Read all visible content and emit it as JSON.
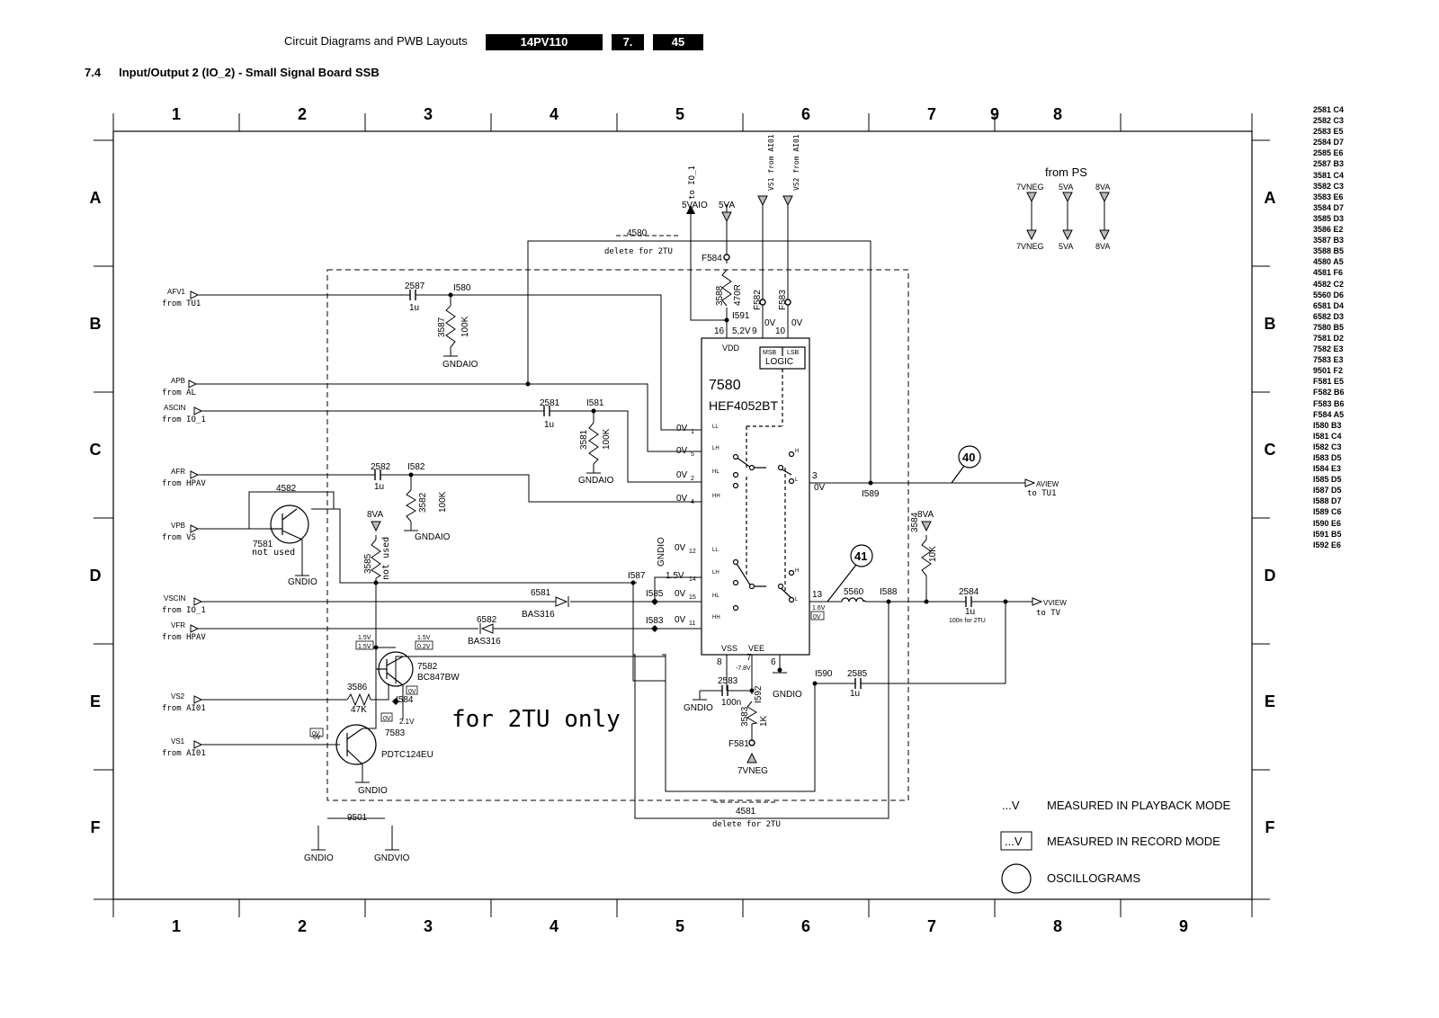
{
  "header": {
    "title": "Circuit Diagrams and PWB Layouts",
    "model": "14PV110",
    "chapter": "7.",
    "page": "45"
  },
  "section": {
    "number": "7.4",
    "title": "Input/Output 2 (IO_2) - Small Signal Board SSB"
  },
  "grid": {
    "cols_top": [
      "1",
      "2",
      "3",
      "4",
      "5",
      "6",
      "7",
      "9",
      "8"
    ],
    "cols_bottom": [
      "1",
      "2",
      "3",
      "4",
      "5",
      "6",
      "7",
      "8",
      "9"
    ],
    "rows": [
      "A",
      "B",
      "C",
      "D",
      "E",
      "F"
    ]
  },
  "parts_index": [
    "2581 C4",
    "2582 C3",
    "2583 E5",
    "2584 D7",
    "2585 E6",
    "2587 B3",
    "3581 C4",
    "3582 C3",
    "3583 E6",
    "3584 D7",
    "3585 D3",
    "3586 E2",
    "3587 B3",
    "3588 B5",
    "4580 A5",
    "4581 F6",
    "4582 C2",
    "5560 D6",
    "6581 D4",
    "6582 D3",
    "7580 B5",
    "7581 D2",
    "7582 E3",
    "7583 E3",
    "9501 F2",
    "F581 E5",
    "F582 B6",
    "F583 B6",
    "F584 A5",
    "I580 B3",
    "I581 C4",
    "I582 C3",
    "I583 D5",
    "I584 E3",
    "I585 D5",
    "I587 D5",
    "I588 D7",
    "I589 C6",
    "I590 E6",
    "I591 B5",
    "I592 E6"
  ],
  "ps": {
    "title": "from PS",
    "rails": [
      "7VNEG",
      "5VA",
      "8VA"
    ]
  },
  "ic": {
    "ref": "7580",
    "part": "HEF4052BT",
    "vdd": "VDD",
    "vss": "VSS",
    "vee": "VEE",
    "logic": "LOGIC",
    "msb": "MSB",
    "lsb": "LSB"
  },
  "signals": {
    "afv1": "AFV1",
    "from_tu1": "from TU1",
    "apb": "APB",
    "from_al": "from AL",
    "ascin": "ASCIN",
    "from_io1": "from IO_1",
    "afr": "AFR",
    "from_hpav": "from HPAV",
    "vpb": "VPB",
    "from_vs": "from VS",
    "vscin": "VSCIN",
    "from_io1b": "from IO_1",
    "vfr": "VFR",
    "from_hpav2": "from HPAV",
    "vs2": "VS2",
    "from_ai01": "from AI01",
    "vs1": "VS1",
    "from_ai01b": "from AI01",
    "aview": "AVIEW",
    "to_tu1": "to TU1",
    "vview": "VVIEW",
    "to_tv": "to TV",
    "to_io1": "to IO_1",
    "vs1_from_ai01": "VS1 from AI01",
    "vs2_from_ai01": "VS2 from AI01"
  },
  "labels": {
    "delete_2tu": "delete for 2TU",
    "for_2tu_only": "for 2TU only",
    "not_used": "not used",
    "gndaio": "GNDAIO",
    "gndio": "GNDIO",
    "gndvio": "GNDVIO",
    "5vaio": "5VAIO",
    "5va": "5VA",
    "8va": "8VA",
    "7vneg": "7VNEG",
    "bas316": "BAS316",
    "bc847bw": "BC847BW",
    "pdtc124eu": "PDTC124EU"
  },
  "legend": {
    "sym1": "...V",
    "text1": "MEASURED IN PLAYBACK MODE",
    "sym2": "...V",
    "text2": "MEASURED IN RECORD MODE",
    "text3": "OSCILLOGRAMS"
  },
  "oscillograms": [
    "40",
    "41"
  ]
}
